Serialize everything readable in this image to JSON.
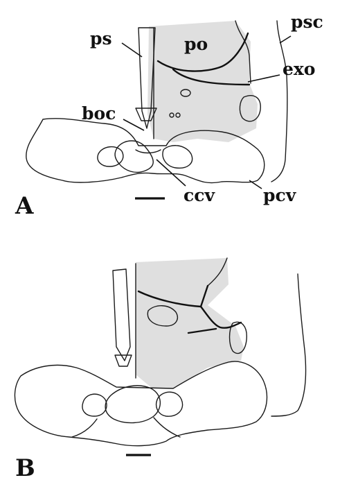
{
  "panel_a": {
    "panel_label": "A",
    "labels": {
      "ps": "ps",
      "po": "po",
      "psc": "psc",
      "exo": "exo",
      "boc": "boc",
      "ccv": "ccv",
      "pcv": "pcv"
    }
  },
  "panel_b": {
    "panel_label": "B"
  }
}
